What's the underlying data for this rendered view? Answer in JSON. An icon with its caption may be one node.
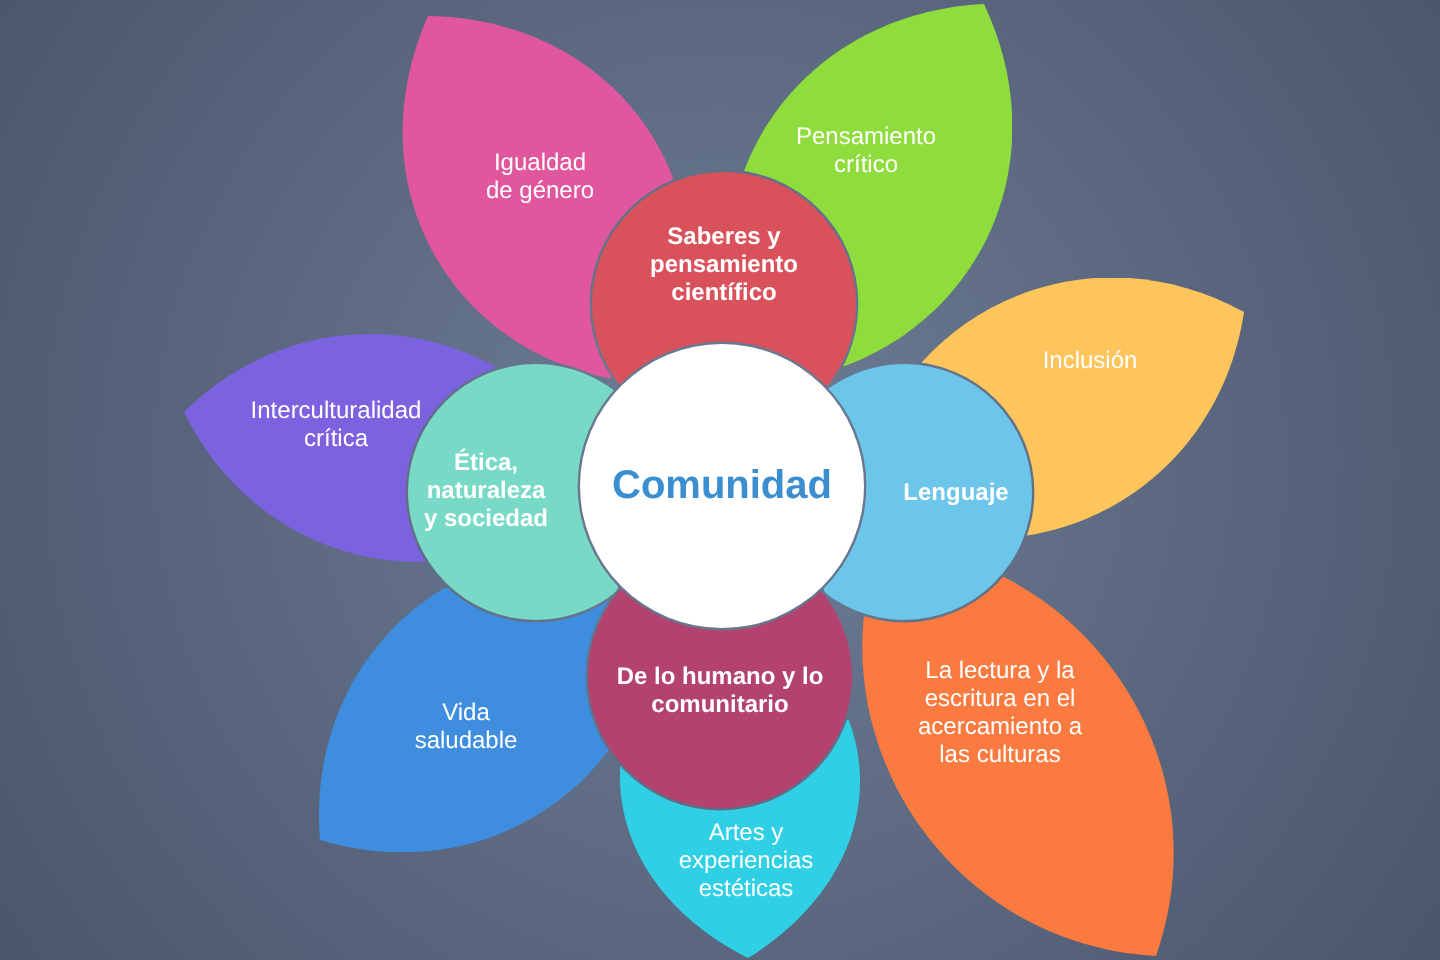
{
  "diagram": {
    "nodes": [
      {
        "text": [
          "Igualdad de género"
        ]
      },
      {
        "text": [
          "Pensamiento crítico"
        ]
      },
      {
        "text": [
          "Saberes y pensamiento científico"
        ]
      },
      {
        "text": [
          "Inclusión"
        ]
      },
      {
        "text": [
          "Interculturalidad crítica"
        ]
      },
      {
        "text": [
          "Ética, naturaleza y sociedad"
        ]
      },
      {
        "text": [
          "Comunidad"
        ]
      },
      {
        "text": [
          "Lenguaje"
        ]
      },
      {
        "text": [
          "De lo humano y lo comunitario"
        ]
      },
      {
        "text": [
          "La lectura y la escritura en el acercamiento a las culturas"
        ]
      },
      {
        "text": [
          "Vida saludable"
        ]
      },
      {
        "text": [
          "Artes y experiencias estéticas"
        ]
      }
    ]
  }
}
